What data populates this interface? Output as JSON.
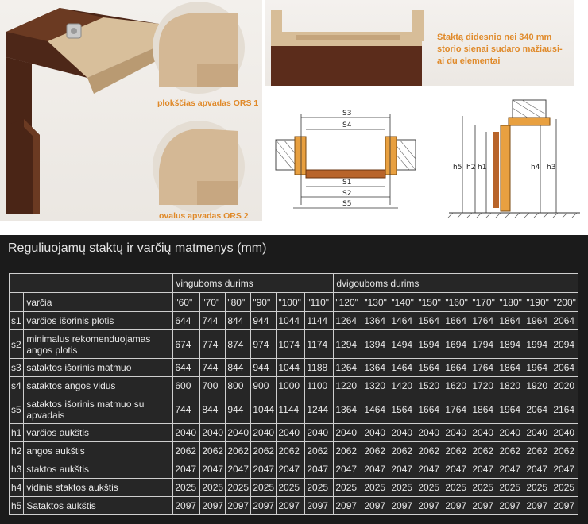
{
  "captions": {
    "flat_casing": "plokščias apvadas ORS 1",
    "oval_casing": "ovalus apvadas ORS 2",
    "wide_frame": "Staktą didesnio nei 340 mm\nstorio sienai sudaro mažiausi-\nai du elementai"
  },
  "diagram_labels": {
    "s1": "S1",
    "s2": "S2",
    "s3": "S3",
    "s4": "S4",
    "s5": "S5",
    "h1": "h1",
    "h2": "h2",
    "h3": "h3",
    "h4": "h4",
    "h5": "h5"
  },
  "table": {
    "title": "Reguliuojamų staktų ir varčių matmenys (mm)",
    "group_single": "vinguboms durims",
    "group_double": "dvigouboms durims",
    "row_header": "varčia",
    "columns": [
      "\"60\"",
      "\"70\"",
      "\"80\"",
      "\"90\"",
      "\"100\"",
      "\"110\"",
      "\"120\"",
      "\"130\"",
      "\"140\"",
      "\"150\"",
      "\"160\"",
      "\"170\"",
      "\"180\"",
      "\"190\"",
      "\"200\""
    ],
    "rows": [
      {
        "code": "s1",
        "label": "varčios išorinis plotis",
        "values": [
          "644",
          "744",
          "844",
          "944",
          "1044",
          "1144",
          "1264",
          "1364",
          "1464",
          "1564",
          "1664",
          "1764",
          "1864",
          "1964",
          "2064"
        ]
      },
      {
        "code": "s2",
        "label": "minimalus rekomenduojamas angos plotis",
        "values": [
          "674",
          "774",
          "874",
          "974",
          "1074",
          "1174",
          "1294",
          "1394",
          "1494",
          "1594",
          "1694",
          "1794",
          "1894",
          "1994",
          "2094"
        ]
      },
      {
        "code": "s3",
        "label": "sataktos išorinis matmuo",
        "values": [
          "644",
          "744",
          "844",
          "944",
          "1044",
          "1188",
          "1264",
          "1364",
          "1464",
          "1564",
          "1664",
          "1764",
          "1864",
          "1964",
          "2064"
        ]
      },
      {
        "code": "s4",
        "label": "sataktos angos vidus",
        "values": [
          "600",
          "700",
          "800",
          "900",
          "1000",
          "1100",
          "1220",
          "1320",
          "1420",
          "1520",
          "1620",
          "1720",
          "1820",
          "1920",
          "2020"
        ]
      },
      {
        "code": "s5",
        "label": "sataktos išorinis matmuo su apvadais",
        "values": [
          "744",
          "844",
          "944",
          "1044",
          "1144",
          "1244",
          "1364",
          "1464",
          "1564",
          "1664",
          "1764",
          "1864",
          "1964",
          "2064",
          "2164"
        ]
      },
      {
        "code": "h1",
        "label": "varčios aukštis",
        "values": [
          "2040",
          "2040",
          "2040",
          "2040",
          "2040",
          "2040",
          "2040",
          "2040",
          "2040",
          "2040",
          "2040",
          "2040",
          "2040",
          "2040",
          "2040"
        ]
      },
      {
        "code": "h2",
        "label": "angos aukštis",
        "values": [
          "2062",
          "2062",
          "2062",
          "2062",
          "2062",
          "2062",
          "2062",
          "2062",
          "2062",
          "2062",
          "2062",
          "2062",
          "2062",
          "2062",
          "2062"
        ]
      },
      {
        "code": "h3",
        "label": "staktos aukštis",
        "values": [
          "2047",
          "2047",
          "2047",
          "2047",
          "2047",
          "2047",
          "2047",
          "2047",
          "2047",
          "2047",
          "2047",
          "2047",
          "2047",
          "2047",
          "2047"
        ]
      },
      {
        "code": "h4",
        "label": "vidinis staktos aukštis",
        "values": [
          "2025",
          "2025",
          "2025",
          "2025",
          "2025",
          "2025",
          "2025",
          "2025",
          "2025",
          "2025",
          "2025",
          "2025",
          "2025",
          "2025",
          "2025"
        ]
      },
      {
        "code": "h5",
        "label": "Sataktos aukštis",
        "values": [
          "2097",
          "2097",
          "2097",
          "2097",
          "2097",
          "2097",
          "2097",
          "2097",
          "2097",
          "2097",
          "2097",
          "2097",
          "2097",
          "2097",
          "2097"
        ]
      }
    ]
  },
  "colors": {
    "wood": "#5a2f1c",
    "light_wood": "#d9c2a0",
    "accent": "#e08a2a",
    "panel_bg": "#1b1b1b"
  }
}
